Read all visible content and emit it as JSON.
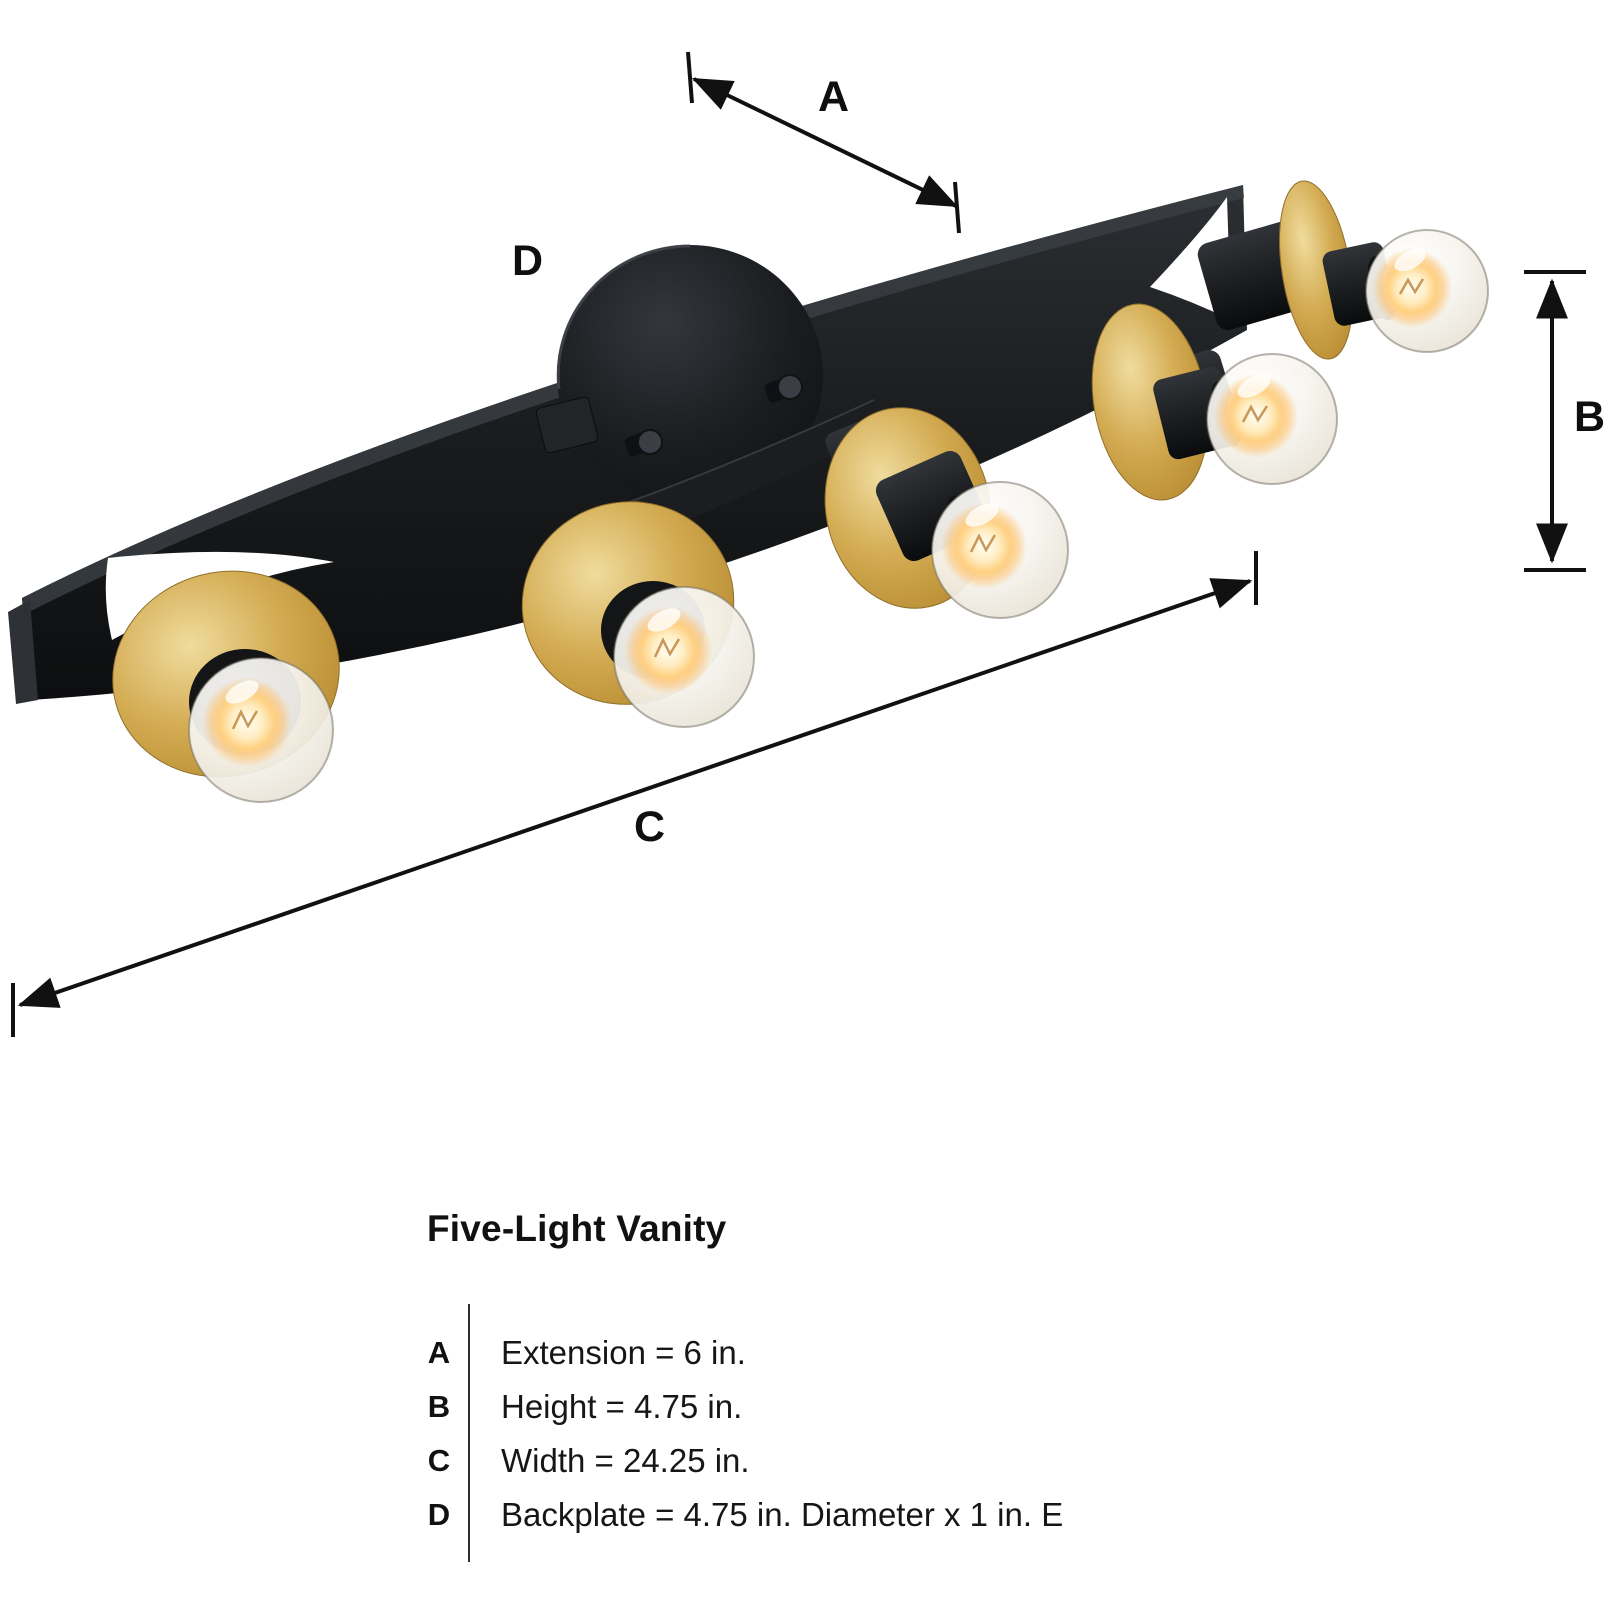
{
  "product": {
    "kind": "five-light-vanity-fixture",
    "lights_count": 5,
    "colors": {
      "metal_black": "#1d1f22",
      "brass": "#c79e46",
      "bulb_glow": "#ffd080",
      "background": "#ffffff",
      "line": "#111111"
    }
  },
  "annotations": {
    "a": "A",
    "b": "B",
    "c": "C",
    "d": "D"
  },
  "legend": {
    "title": "Five-Light Vanity",
    "rows": [
      {
        "letter": "A",
        "text": "Extension = 6 in."
      },
      {
        "letter": "B",
        "text": "Height = 4.75 in."
      },
      {
        "letter": "C",
        "text": "Width = 24.25 in."
      },
      {
        "letter": "D",
        "text": "Backplate = 4.75 in. Diameter x 1 in. E"
      }
    ]
  }
}
